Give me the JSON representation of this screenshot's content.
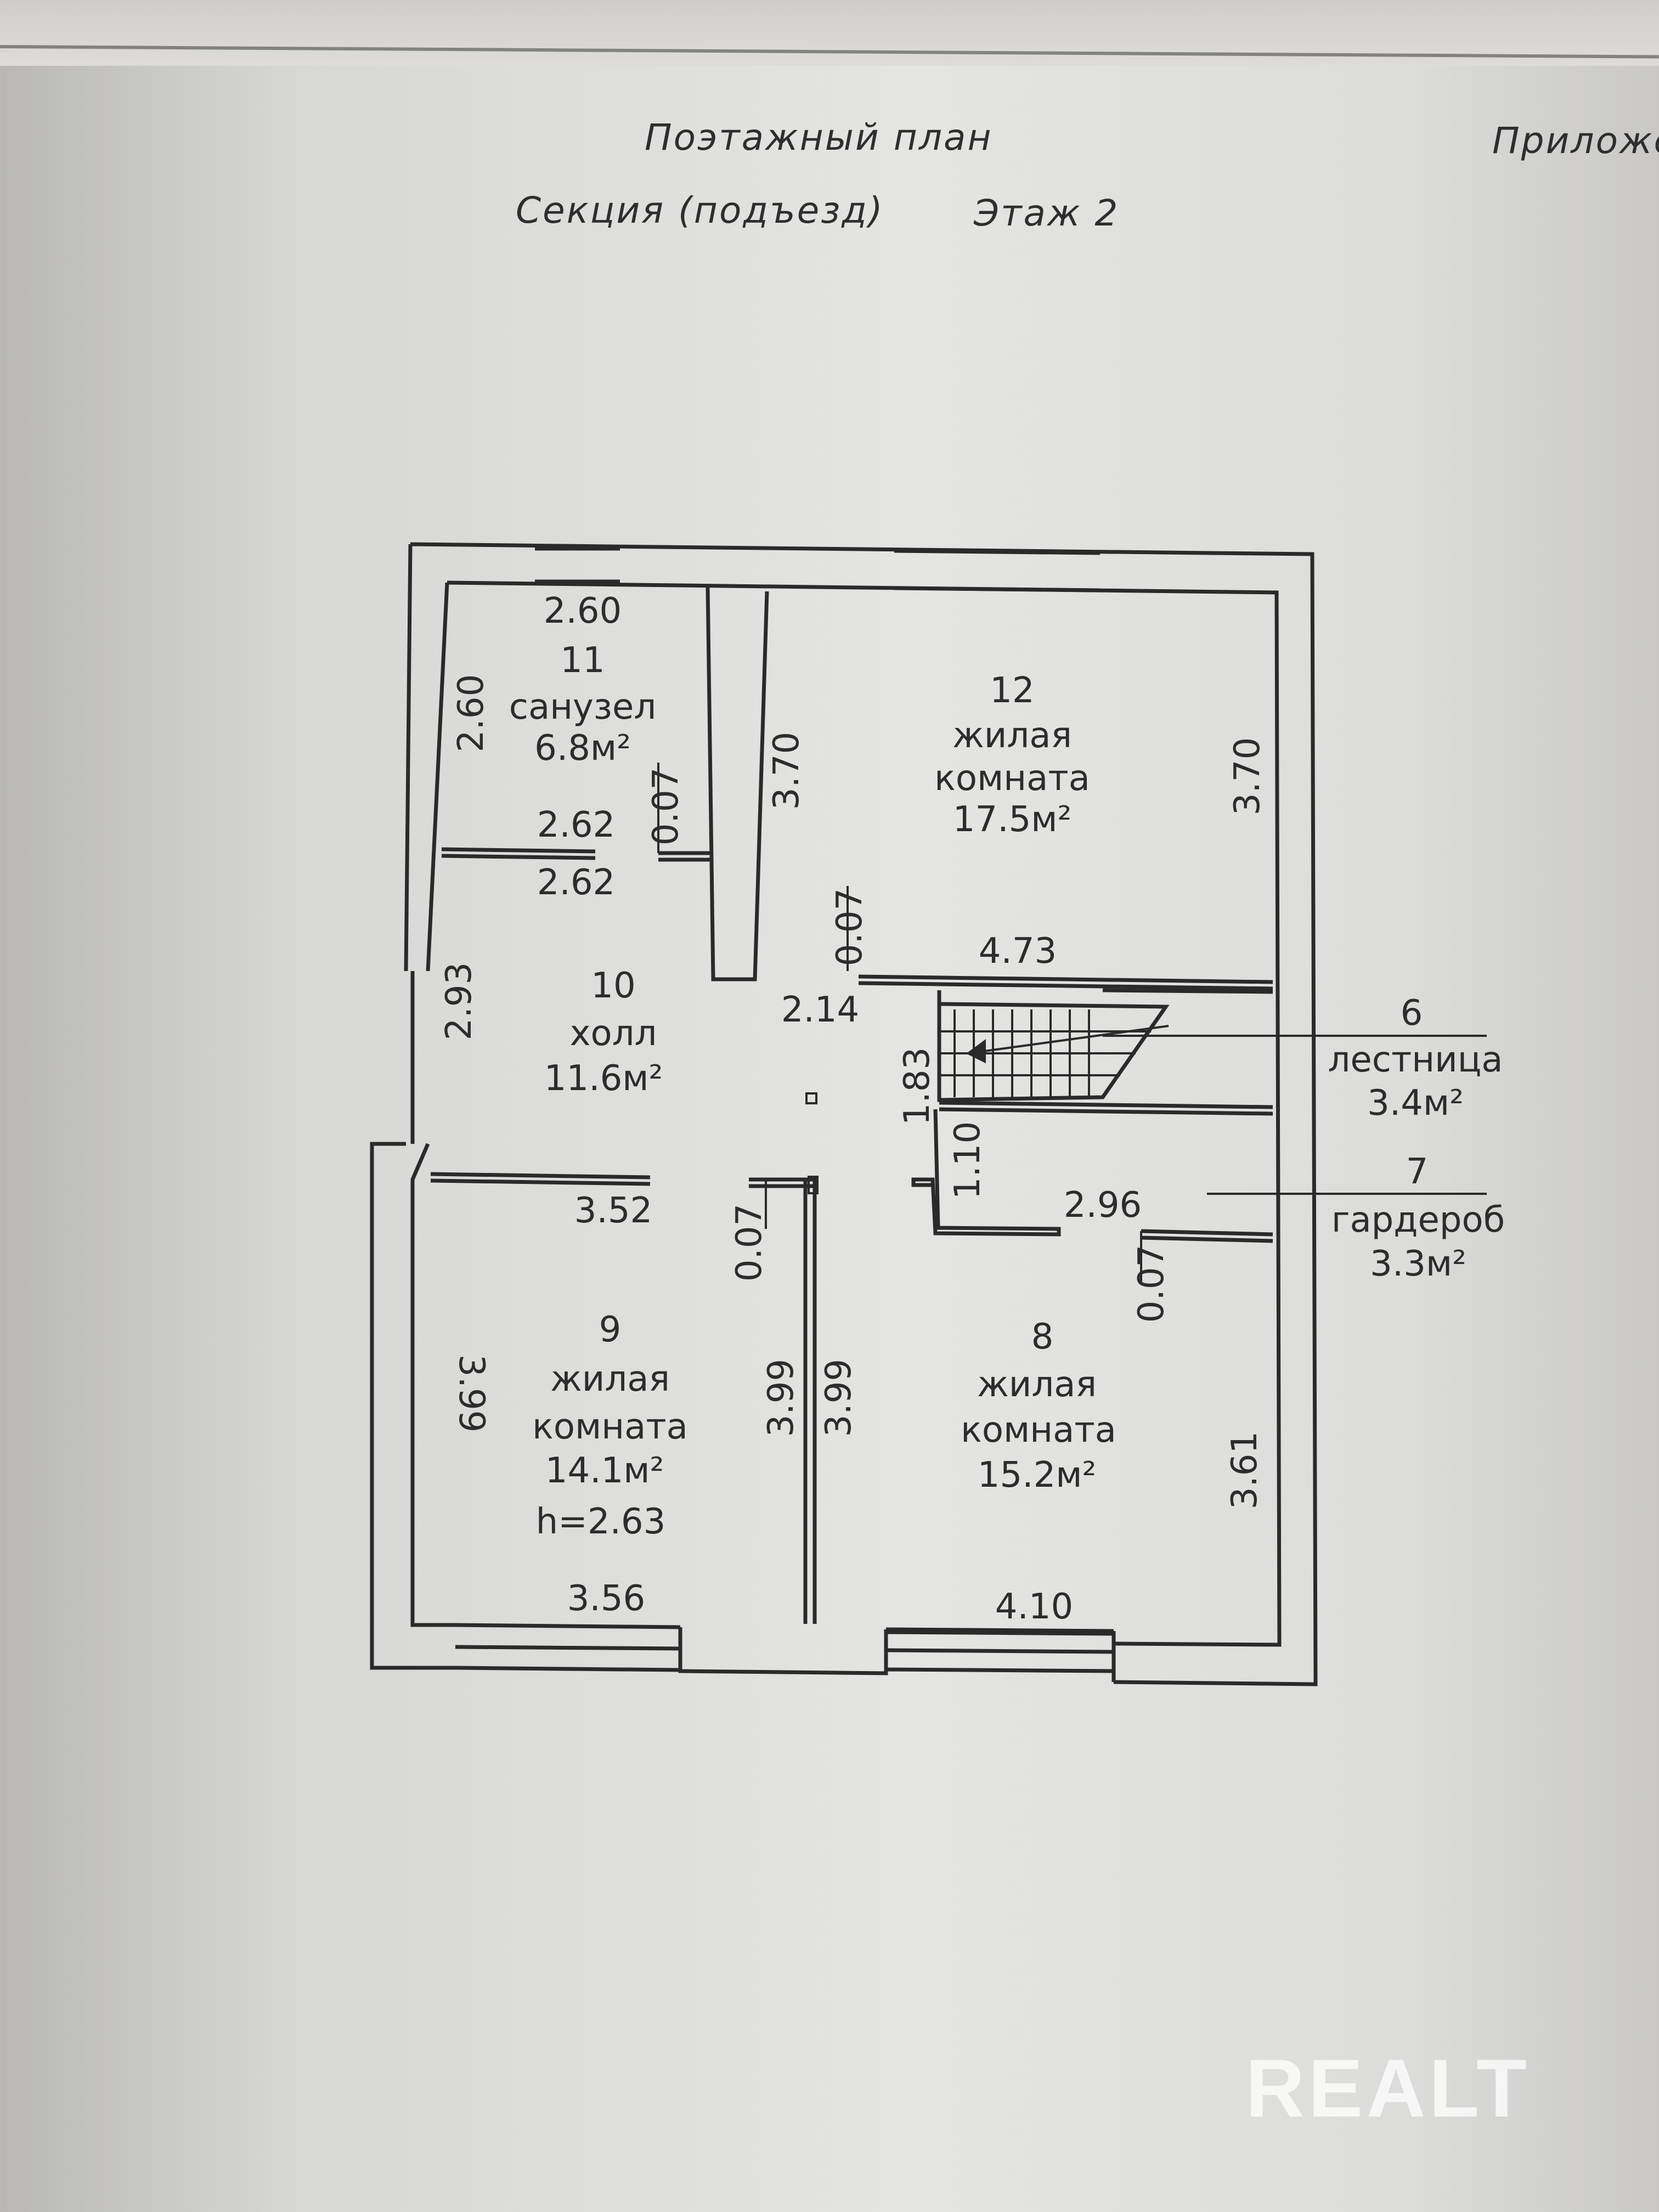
{
  "header": {
    "title": "Поэтажный план",
    "appendix": "Приложе",
    "section": "Секция (подъезд)",
    "floor": "Этаж 2"
  },
  "rooms": [
    {
      "number": "11",
      "name": "санузел",
      "area": "6.8м²"
    },
    {
      "number": "12",
      "name_line1": "жилая",
      "name_line2": "комната",
      "area": "17.5м²"
    },
    {
      "number": "10",
      "name": "холл",
      "area": "11.6м²"
    },
    {
      "number": "9",
      "name_line1": "жилая",
      "name_line2": "комната",
      "area": "14.1м²",
      "height": "h=2.63"
    },
    {
      "number": "8",
      "name_line1": "жилая",
      "name_line2": "комната",
      "area": "15.2м²"
    },
    {
      "number": "6",
      "name": "лестница",
      "area": "3.4м²"
    },
    {
      "number": "7",
      "name": "гардероб",
      "area": "3.3м²"
    }
  ],
  "dimensions": {
    "bath_top": "2.60",
    "bath_left": "2.60",
    "bath_bottom": "2.62",
    "hall_top": "2.62",
    "bath_door": "0.07",
    "corridor_v": "3.70",
    "room12_right": "3.70",
    "room12_door": "0.07",
    "room12_bottom": "4.73",
    "hall_left": "2.93",
    "hall_width": "2.14",
    "stair": "1.83",
    "closet_v": "1.10",
    "closet_w": "2.96",
    "closet_door": "0.07",
    "hall_bottom": "3.52",
    "room9_door": "0.07",
    "room9_left": "3.99",
    "room9_right": "3.99",
    "room8_left": "3.99",
    "room8_right": "3.61",
    "room9_bottom": "3.56",
    "room8_bottom": "4.10"
  },
  "watermark": "REALT"
}
